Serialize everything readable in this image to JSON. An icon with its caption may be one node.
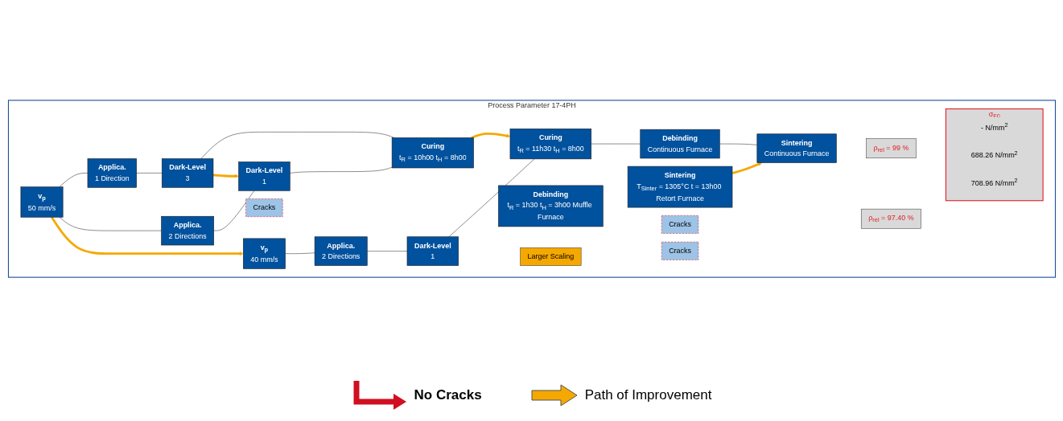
{
  "diagram": {
    "nodes": [
      {
        "text": [
          "Process Parameter 17-4PH"
        ]
      },
      {
        "text": [
          "v$_{p}$",
          "50 mm/s"
        ],
        "in": 0
      },
      {
        "text": [
          "Applica.",
          "1 Direction"
        ],
        "in": 0
      },
      {
        "text": [
          "Dark-Level",
          "3"
        ],
        "in": 0
      },
      {
        "text": [
          "Curing",
          "t$_{R}$ = 10h00 t$_{H}$ = 8h00"
        ],
        "in": 0
      },
      {
        "text": [
          "Cracks"
        ],
        "in": 0
      },
      {
        "text": [
          "Debinding",
          "t$_{R}$ = 1h30 t$_{H}$ = 3h00 Muffle Furnace"
        ],
        "in": 0
      },
      {
        "text": [
          "Cracks"
        ],
        "in": 0
      },
      {
        "text": [
          "Sintering",
          "T$_{Sinter}$ = 1305°C t = 13h00 Retort Furnace"
        ],
        "in": 0
      },
      {
        "text": [
          "ρ$_{rel}$ = 97.40 %"
        ],
        "in": 0
      },
      {
        "text": [
          "σ$_{F0}$"
        ],
        "in": 0
      },
      {
        "text": [
          "- N/mm$^{2}$"
        ],
        "in": 10
      },
      {
        "text": [
          "Applica.",
          "2 Directions"
        ],
        "in": 0
      },
      {
        "text": [
          "Dark-Level",
          "1"
        ],
        "in": 0
      },
      {
        "text": [
          "Cracks"
        ],
        "in": 0
      },
      {
        "text": [
          "688.26 N/mm$^{2}$"
        ],
        "in": 10
      },
      {
        "text": [
          "Larger Scaling"
        ],
        "in": 0
      },
      {
        "text": [
          "v$_{p}$",
          "40 mm/s"
        ],
        "in": 0
      },
      {
        "text": [
          "Applica.",
          "2 Directions"
        ],
        "in": 0
      },
      {
        "text": [
          "Dark-Level",
          "1"
        ],
        "in": 0
      },
      {
        "text": [
          "Curing",
          "t$_{R}$ = 11h30 t$_{H}$ = 8h00"
        ],
        "in": 0
      },
      {
        "text": [
          "Debinding",
          "Continuous Furnace"
        ],
        "in": 0
      },
      {
        "text": [
          "Sintering",
          "Continuous Furnace"
        ],
        "in": 0
      },
      {
        "text": [
          "ρ$_{rel}$ = 99 %"
        ],
        "in": 0
      },
      {
        "text": [
          "708.96 N/mm$^{2}$"
        ],
        "in": 10
      }
    ],
    "edges": [
      {
        "from": 1,
        "to": 2,
        "arrow": "none"
      },
      {
        "from": 1,
        "to": 12,
        "arrow": "none"
      },
      {
        "from": 2,
        "to": 3,
        "arrow": "none"
      },
      {
        "from": 12,
        "to": 13,
        "arrow": "none"
      },
      {
        "from": 3,
        "to": 4,
        "arrow": "none"
      },
      {
        "from": 13,
        "to": 4,
        "arrow": "none"
      },
      {
        "from": 17,
        "to": 18,
        "arrow": "none"
      },
      {
        "from": 18,
        "to": 19,
        "arrow": "none"
      },
      {
        "from": 19,
        "to": 20,
        "arrow": "none"
      },
      {
        "from": 20,
        "to": 21,
        "arrow": "none"
      },
      {
        "from": 21,
        "to": 22,
        "arrow": "none"
      },
      {
        "from": 1,
        "to": 17,
        "arrow": "to",
        "style": "thick",
        "color": "#f5a800"
      },
      {
        "from": 3,
        "to": 13,
        "arrow": "to",
        "style": "thick",
        "color": "#f5a800"
      },
      {
        "from": 4,
        "to": 20,
        "arrow": "to",
        "style": "thick",
        "color": "#f5a800"
      },
      {
        "from": 8,
        "to": 22,
        "arrow": "to",
        "style": "thick",
        "color": "#f5a800"
      }
    ],
    "legend": [
      {
        "text": "No Cracks"
      },
      {
        "text": "Path of Improvement"
      }
    ]
  }
}
